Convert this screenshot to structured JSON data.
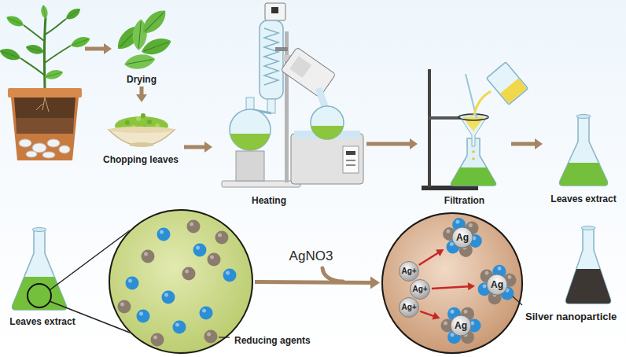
{
  "diagram": {
    "nodes": [
      {
        "text": [
          "Drying"
        ]
      },
      {
        "text": [
          "Chopping leaves"
        ]
      },
      {
        "text": [
          "Heating"
        ]
      },
      {
        "text": [
          "Filtration"
        ]
      },
      {
        "text": [
          "Leaves extract"
        ]
      },
      {
        "text": [
          "Leaves extract"
        ]
      },
      {
        "text": [
          "Reducing agents"
        ]
      },
      {
        "text": []
      },
      {
        "text": [
          "Ag+"
        ],
        "in": 7
      },
      {
        "text": [
          "Ag+"
        ],
        "in": 7
      },
      {
        "text": [
          "Ag+"
        ],
        "in": 7
      },
      {
        "text": [
          "Ag"
        ],
        "in": 7
      },
      {
        "text": [
          "Ag"
        ],
        "in": 7
      },
      {
        "text": [
          "Ag"
        ],
        "in": 7
      }
    ],
    "edges": [
      {
        "from": 0,
        "to": 1,
        "arrow": "to"
      },
      {
        "from": 1,
        "to": 2,
        "arrow": "to"
      },
      {
        "from": 2,
        "to": 3,
        "arrow": "to"
      },
      {
        "from": 3,
        "to": 4,
        "arrow": "to"
      },
      {
        "from": 6,
        "to": 7,
        "label": "AgNO3",
        "arrow": "to"
      },
      {
        "from": 8,
        "to": 11,
        "arrow": "to"
      },
      {
        "from": 9,
        "to": 12,
        "arrow": "to"
      },
      {
        "from": 10,
        "to": 13,
        "arrow": "to"
      }
    ],
    "labels": [
      "Silver nanoparticle"
    ]
  }
}
